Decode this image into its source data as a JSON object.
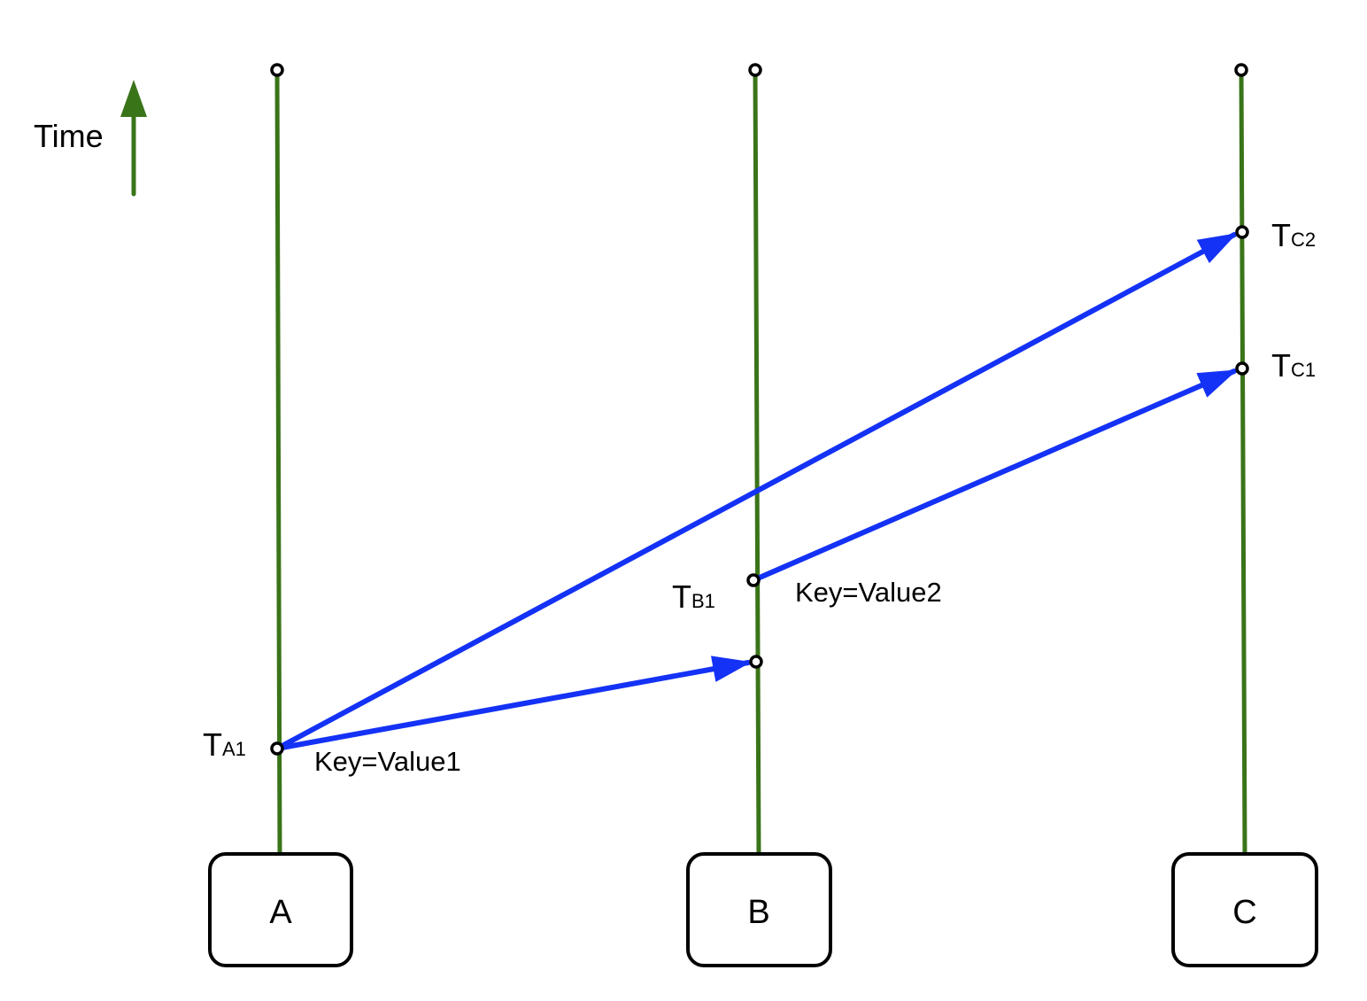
{
  "colors": {
    "timeline": "#3a7419",
    "message": "#1432f5",
    "outline": "#000000"
  },
  "time_axis": {
    "label": "Time"
  },
  "nodes": [
    {
      "label": "A"
    },
    {
      "label": "B"
    },
    {
      "label": "C"
    }
  ],
  "events": {
    "ta1": {
      "main": "T",
      "sub": "A1"
    },
    "tb1": {
      "main": "T",
      "sub": "B1"
    },
    "tc1": {
      "main": "T",
      "sub": "C1"
    },
    "tc2": {
      "main": "T",
      "sub": "C2"
    }
  },
  "messages": {
    "value1": "Key=Value1",
    "value2": "Key=Value2"
  }
}
